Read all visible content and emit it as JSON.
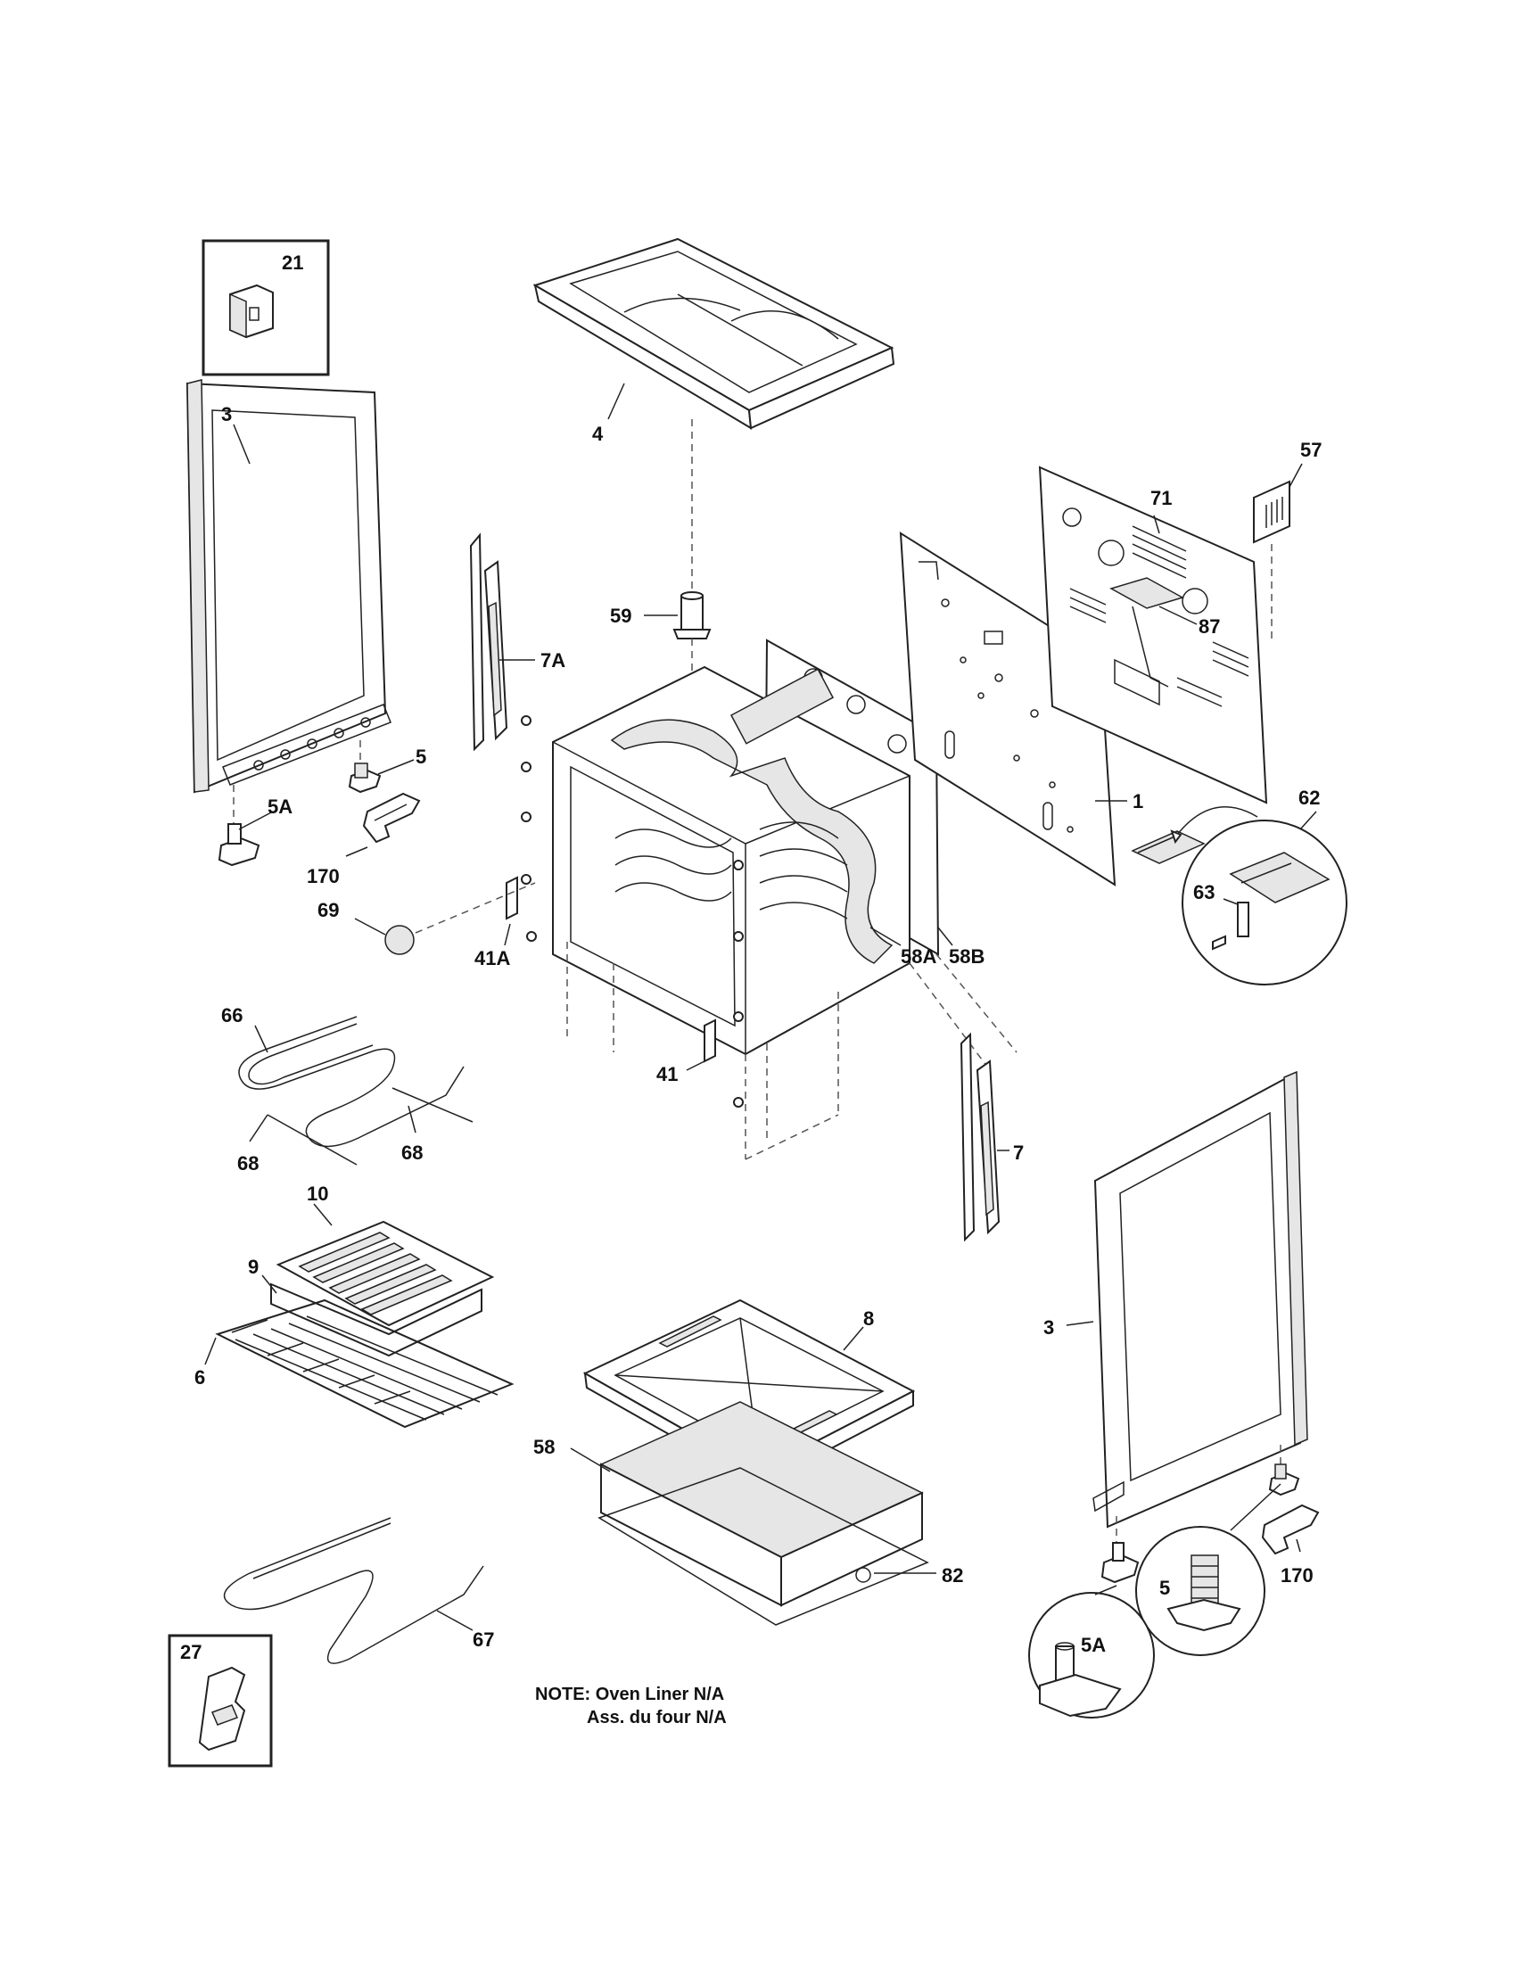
{
  "labels": {
    "p21": "21",
    "p3_left": "3",
    "p4": "4",
    "p57": "57",
    "p71": "71",
    "p87": "87",
    "p59": "59",
    "p7A": "7A",
    "p5_left": "5",
    "p5A_left": "5A",
    "p170_left": "170",
    "p1": "1",
    "p62": "62",
    "p63": "63",
    "p69": "69",
    "p41A": "41A",
    "p58A": "58A",
    "p58B": "58B",
    "p66": "66",
    "p41": "41",
    "p7": "7",
    "p68_left": "68",
    "p68_right": "68",
    "p10": "10",
    "p9": "9",
    "p6": "6",
    "p8": "8",
    "p3_right": "3",
    "p58": "58",
    "p82": "82",
    "p170_right": "170",
    "p5_circle": "5",
    "p5A_circle": "5A",
    "p67": "67",
    "p27": "27"
  },
  "note": {
    "line1": "NOTE: Oven Liner N/A",
    "line2": "Ass. du four N/A"
  }
}
